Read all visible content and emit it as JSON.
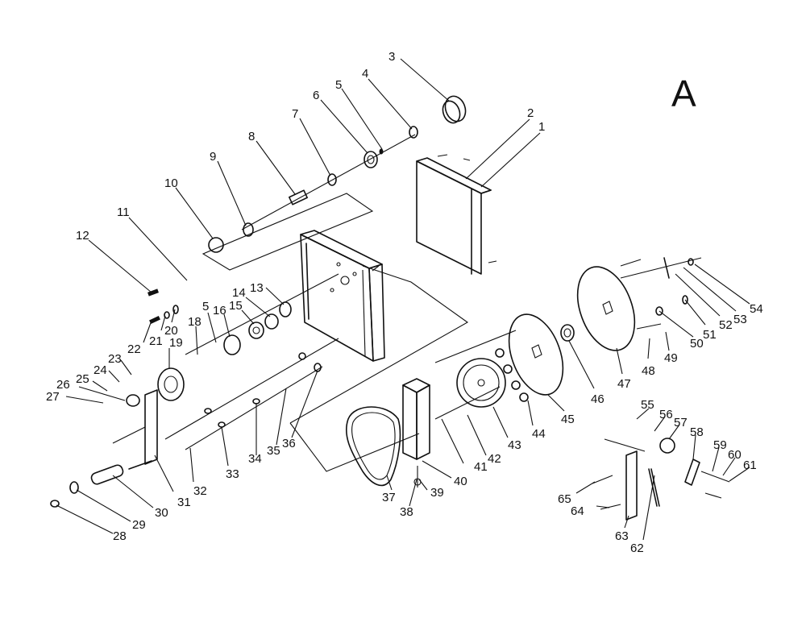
{
  "sheet_letter": "A",
  "callouts": [
    {
      "id": "p1",
      "text": "1"
    },
    {
      "id": "p2",
      "text": "2"
    },
    {
      "id": "p3",
      "text": "3"
    },
    {
      "id": "p4",
      "text": "4"
    },
    {
      "id": "p5a",
      "text": "5"
    },
    {
      "id": "p6",
      "text": "6"
    },
    {
      "id": "p7",
      "text": "7"
    },
    {
      "id": "p8",
      "text": "8"
    },
    {
      "id": "p9",
      "text": "9"
    },
    {
      "id": "p10",
      "text": "10"
    },
    {
      "id": "p11",
      "text": "11"
    },
    {
      "id": "p12",
      "text": "12"
    },
    {
      "id": "p13",
      "text": "13"
    },
    {
      "id": "p14",
      "text": "14"
    },
    {
      "id": "p15",
      "text": "15"
    },
    {
      "id": "p16",
      "text": "16"
    },
    {
      "id": "p5b",
      "text": "5"
    },
    {
      "id": "p18",
      "text": "18"
    },
    {
      "id": "p19",
      "text": "19"
    },
    {
      "id": "p20",
      "text": "20"
    },
    {
      "id": "p21",
      "text": "21"
    },
    {
      "id": "p22",
      "text": "22"
    },
    {
      "id": "p23",
      "text": "23"
    },
    {
      "id": "p24",
      "text": "24"
    },
    {
      "id": "p25",
      "text": "25"
    },
    {
      "id": "p26",
      "text": "26"
    },
    {
      "id": "p27",
      "text": "27"
    },
    {
      "id": "p28",
      "text": "28"
    },
    {
      "id": "p29",
      "text": "29"
    },
    {
      "id": "p30",
      "text": "30"
    },
    {
      "id": "p31",
      "text": "31"
    },
    {
      "id": "p32",
      "text": "32"
    },
    {
      "id": "p33",
      "text": "33"
    },
    {
      "id": "p34",
      "text": "34"
    },
    {
      "id": "p35",
      "text": "35"
    },
    {
      "id": "p36",
      "text": "36"
    },
    {
      "id": "p37",
      "text": "37"
    },
    {
      "id": "p38",
      "text": "38"
    },
    {
      "id": "p39",
      "text": "39"
    },
    {
      "id": "p40",
      "text": "40"
    },
    {
      "id": "p41",
      "text": "41"
    },
    {
      "id": "p42",
      "text": "42"
    },
    {
      "id": "p43",
      "text": "43"
    },
    {
      "id": "p44",
      "text": "44"
    },
    {
      "id": "p45",
      "text": "45"
    },
    {
      "id": "p46",
      "text": "46"
    },
    {
      "id": "p47",
      "text": "47"
    },
    {
      "id": "p48",
      "text": "48"
    },
    {
      "id": "p49",
      "text": "49"
    },
    {
      "id": "p50",
      "text": "50"
    },
    {
      "id": "p51",
      "text": "51"
    },
    {
      "id": "p52",
      "text": "52"
    },
    {
      "id": "p53",
      "text": "53"
    },
    {
      "id": "p54",
      "text": "54"
    },
    {
      "id": "p55",
      "text": "55"
    },
    {
      "id": "p56",
      "text": "56"
    },
    {
      "id": "p57",
      "text": "57"
    },
    {
      "id": "p58",
      "text": "58"
    },
    {
      "id": "p59",
      "text": "59"
    },
    {
      "id": "p60",
      "text": "60"
    },
    {
      "id": "p61",
      "text": "61"
    },
    {
      "id": "p62",
      "text": "62"
    },
    {
      "id": "p63",
      "text": "63"
    },
    {
      "id": "p64",
      "text": "64"
    },
    {
      "id": "p65",
      "text": "65"
    }
  ]
}
